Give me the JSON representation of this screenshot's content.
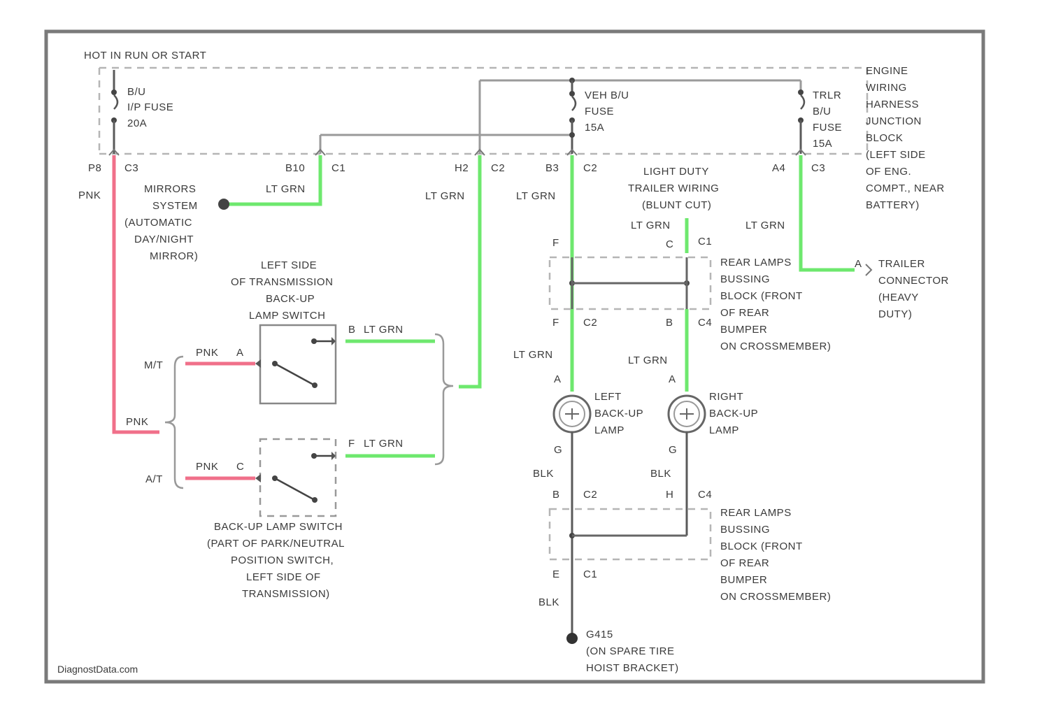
{
  "header": {
    "power_label": "HOT IN RUN OR START"
  },
  "fuses": {
    "iu_fuse": [
      "B/U",
      "I/P FUSE",
      "20A"
    ],
    "veh_fuse": [
      "VEH B/U",
      "FUSE",
      "15A"
    ],
    "trlr_fuse": [
      "TRLR",
      "B/U",
      "FUSE",
      "15A"
    ]
  },
  "junction_block": [
    "ENGINE",
    "WIRING",
    "HARNESS",
    "JUNCTION",
    "BLOCK",
    "(LEFT SIDE",
    "OF ENG.",
    "COMPT., NEAR",
    "BATTERY)"
  ],
  "connectors": {
    "p8": "P8",
    "p8_c": "C3",
    "b10": "B10",
    "b10_c": "C1",
    "h2": "H2",
    "h2_c": "C2",
    "b3": "B3",
    "b3_c": "C2",
    "a4": "A4",
    "a4_c": "C3"
  },
  "wires": {
    "pnk": "PNK",
    "lt_grn": "LT GRN",
    "blk": "BLK"
  },
  "mirror": [
    "MIRRORS",
    "SYSTEM",
    "(AUTOMATIC",
    "DAY/NIGHT",
    "MIRROR)"
  ],
  "trailer_wiring": [
    "LIGHT DUTY",
    "TRAILER WIRING",
    "(BLUNT CUT)"
  ],
  "trailer_connector": [
    "TRAILER",
    "CONNECTOR",
    "(HEAVY",
    "DUTY)"
  ],
  "trailer_pins": {
    "c": "C",
    "c1": "C1",
    "a": "A"
  },
  "rear_block_top": [
    "REAR LAMPS",
    "BUSSING",
    "BLOCK (FRONT",
    "OF REAR",
    "BUMPER",
    "ON CROSSMEMBER)"
  ],
  "rear_block_bottom": [
    "REAR LAMPS",
    "BUSSING",
    "BLOCK (FRONT",
    "OF REAR",
    "BUMPER",
    "ON CROSSMEMBER)"
  ],
  "pins_top": {
    "f_top": "F",
    "f_bot": "F",
    "c2": "C2",
    "b": "B",
    "c4": "C4"
  },
  "pins_bottom": {
    "b": "B",
    "c2": "C2",
    "h": "H",
    "c4": "C4",
    "e": "E",
    "c1": "C1"
  },
  "mt_switch": [
    "LEFT SIDE",
    "OF TRANSMISSION",
    "BACK-UP",
    "LAMP SWITCH"
  ],
  "mt_switch_pins": {
    "a": "A",
    "b": "B"
  },
  "at_switch": [
    "BACK-UP LAMP SWITCH",
    "(PART OF PARK/NEUTRAL",
    "POSITION SWITCH,",
    "LEFT SIDE OF",
    "TRANSMISSION)"
  ],
  "at_switch_pins": {
    "c": "C",
    "f": "F"
  },
  "trans": {
    "mt": "M/T",
    "at": "A/T"
  },
  "lamps": {
    "left": [
      "LEFT",
      "BACK-UP",
      "LAMP"
    ],
    "right": [
      "RIGHT",
      "BACK-UP",
      "LAMP"
    ],
    "pin_a": "A",
    "pin_g": "G"
  },
  "ground": [
    "G415",
    "(ON SPARE TIRE",
    "HOIST BRACKET)"
  ],
  "watermark": "DiagnostData.com"
}
